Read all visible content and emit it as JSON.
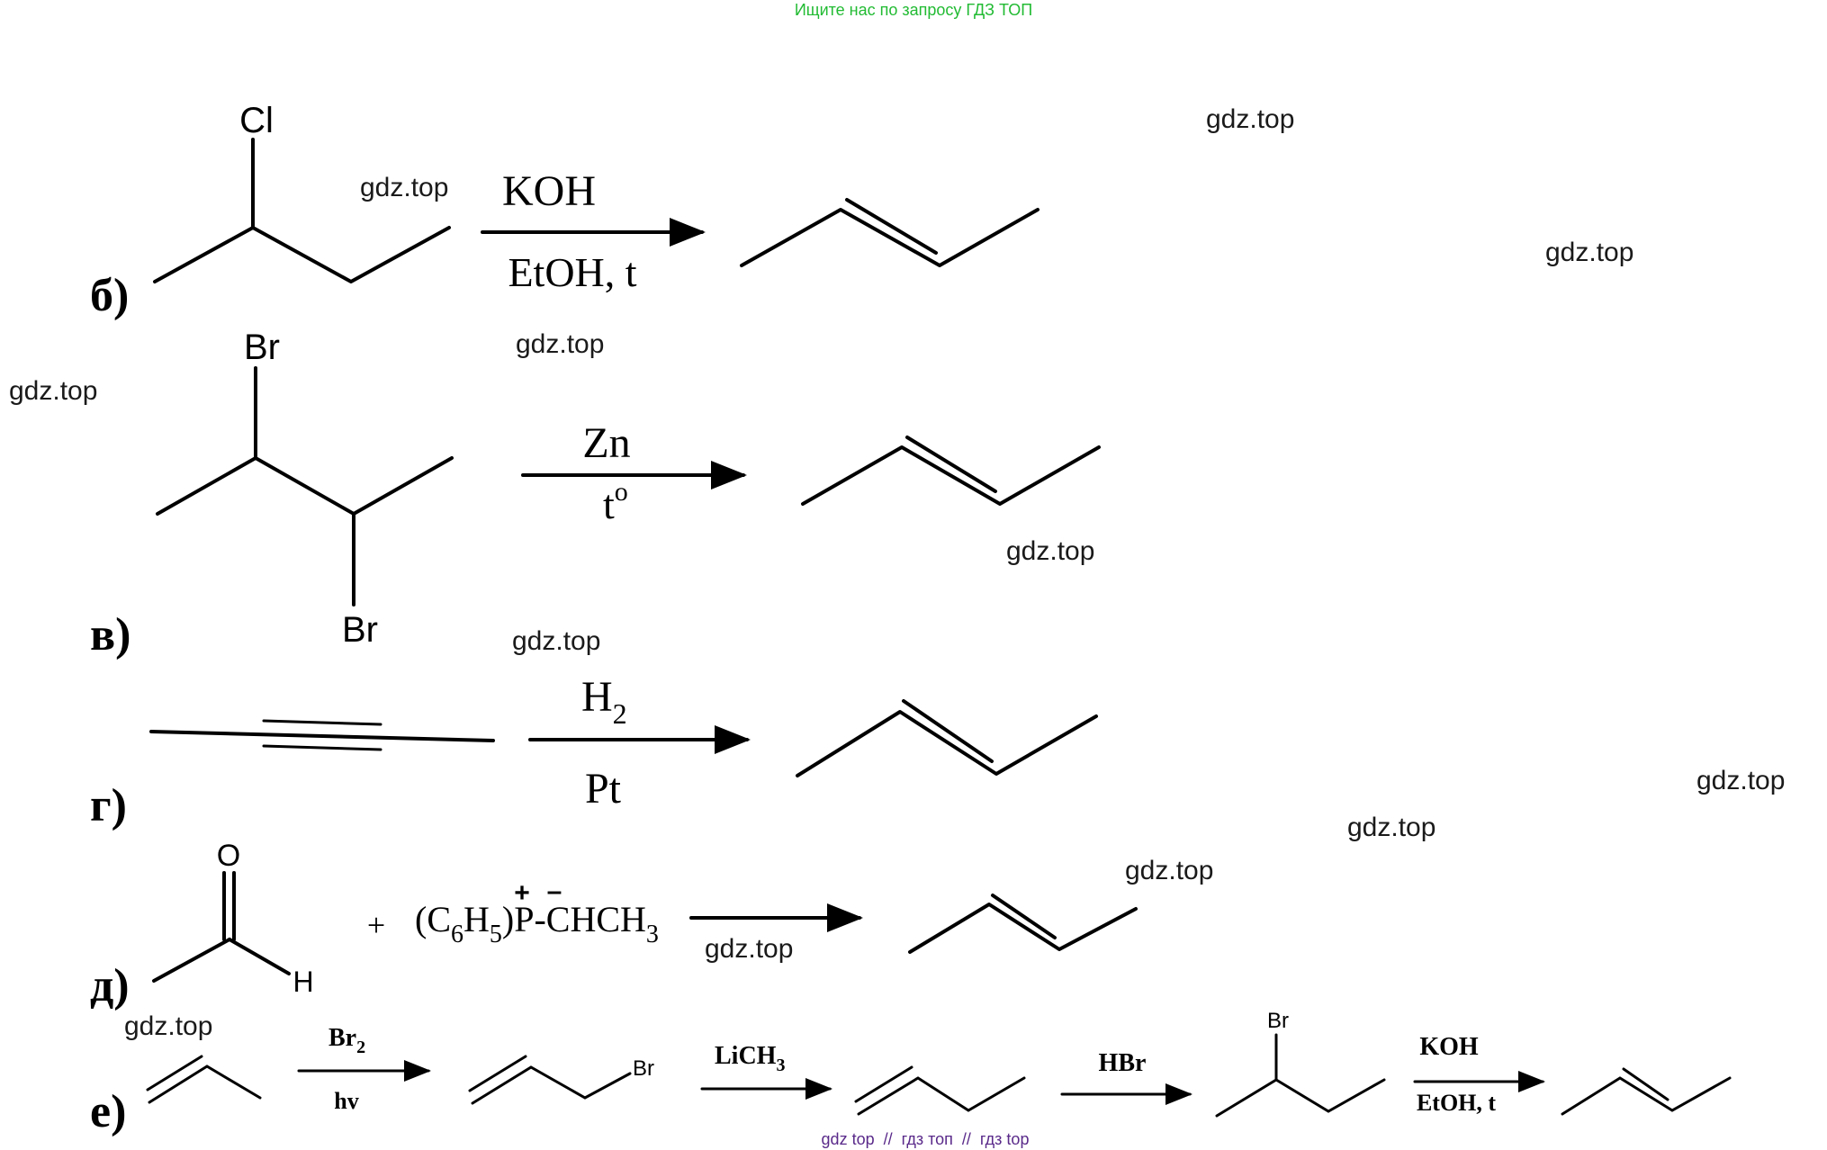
{
  "header": {
    "text": "Ищите нас по запросу ГДЗ ТОП",
    "color": "#22bb33"
  },
  "footer": {
    "text": "gdz top  //  гдз топ  //  гдз top",
    "color": "#5a2a8a"
  },
  "watermark": "gdz.top",
  "reactions": {
    "b": {
      "label": "б)",
      "substituent": "Cl",
      "reagent_top": "KOH",
      "reagent_bottom": "EtOH, t"
    },
    "v": {
      "label": "в)",
      "substituent_top": "Br",
      "substituent_bottom": "Br",
      "reagent_top": "Zn",
      "reagent_bottom_base": "t",
      "reagent_bottom_sup": "o"
    },
    "g": {
      "label": "г)",
      "reagent_top_base": "H",
      "reagent_top_sub": "2",
      "reagent_bottom": "Pt"
    },
    "d": {
      "label": "д)",
      "oxygen": "O",
      "hydrogen": "H",
      "plus": "+",
      "ylide_open": "(C",
      "ylide_sub1": "6",
      "ylide_mid": "H",
      "ylide_sub2": "5",
      "ylide_p": ")P-CHCH",
      "ylide_sub3": "3",
      "charge_plus": "+",
      "charge_minus": "–"
    },
    "e": {
      "label": "е)",
      "step1_top_base": "Br",
      "step1_top_sub": "2",
      "step1_bottom": "hv",
      "product1_sub": "Br",
      "step2_top_base": "LiCH",
      "step2_top_sub": "3",
      "step3_top": "HBr",
      "product3_sub": "Br",
      "step4_top": "KOH",
      "step4_bottom": "EtOH, t"
    }
  }
}
